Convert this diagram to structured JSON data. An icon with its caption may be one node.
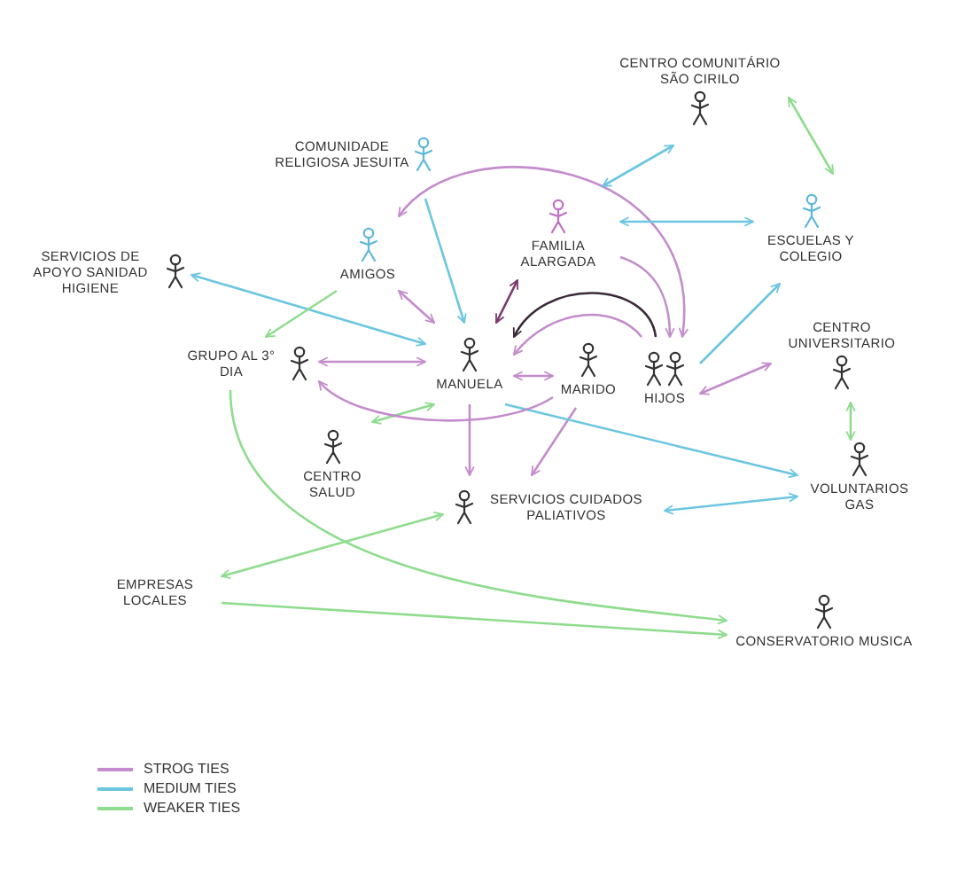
{
  "diagram": {
    "nodes": [
      {
        "text": [
          "COMUNIDADE RELIGIOSA JESUITA"
        ]
      },
      {
        "text": [
          "CENTRO COMUNITÁRIO SÃO CIRILO"
        ]
      },
      {
        "text": [
          "SERVICIOS DE APOYO SANIDAD HIGIENE"
        ]
      },
      {
        "text": [
          "AMIGOS"
        ]
      },
      {
        "text": [
          "FAMILIA ALARGADA"
        ]
      },
      {
        "text": [
          "ESCUELAS Y COLEGIO"
        ]
      },
      {
        "text": [
          "GRUPO AL 3° DIA"
        ]
      },
      {
        "text": [
          "MANUELA"
        ]
      },
      {
        "text": [
          "MARIDO"
        ]
      },
      {
        "text": [
          "HIJOS"
        ]
      },
      {
        "text": [
          "CENTRO UNIVERSITARIO"
        ]
      },
      {
        "text": [
          "CENTRO SALUD"
        ]
      },
      {
        "text": [
          "SERVICIOS CUIDADOS PALIATIVOS"
        ]
      },
      {
        "text": [
          "VOLUNTARIOS GAS"
        ]
      },
      {
        "text": [
          "EMPRESAS LOCALES"
        ]
      },
      {
        "text": [
          "CONSERVATORIO MUSICA"
        ]
      }
    ],
    "edges": [
      {
        "from": 0,
        "to": 7,
        "arrow": "to",
        "color": "#6cc6e0"
      },
      {
        "from": 9,
        "to": 3,
        "arrow": "both"
      },
      {
        "from": 3,
        "to": 7,
        "arrow": "both"
      },
      {
        "from": 2,
        "to": 7,
        "arrow": "both",
        "color": "#6cc6e0"
      },
      {
        "from": 6,
        "to": 7,
        "arrow": "both"
      },
      {
        "from": 3,
        "to": 6,
        "arrow": "to",
        "color": "#8fdc8f"
      },
      {
        "from": 4,
        "to": 7,
        "arrow": "both",
        "color": "#7a3a6e"
      },
      {
        "from": 4,
        "to": 1,
        "arrow": "both",
        "color": "#6cc6e0"
      },
      {
        "from": 4,
        "to": 5,
        "arrow": "both",
        "color": "#6cc6e0"
      },
      {
        "from": 1,
        "to": 5,
        "arrow": "both",
        "color": "#8fdc8f"
      },
      {
        "from": 4,
        "to": 9,
        "arrow": "to"
      },
      {
        "from": 9,
        "to": 7,
        "arrow": "to"
      },
      {
        "from": 9,
        "to": 7,
        "arrow": "to",
        "color": "#3a2a3a"
      },
      {
        "from": 7,
        "to": 8,
        "arrow": "both"
      },
      {
        "from": 9,
        "to": 5,
        "arrow": "to",
        "color": "#6cc6e0"
      },
      {
        "from": 9,
        "to": 10,
        "arrow": "both"
      },
      {
        "from": 10,
        "to": 13,
        "arrow": "both",
        "color": "#8fdc8f"
      },
      {
        "from": 7,
        "to": 12,
        "arrow": "to"
      },
      {
        "from": 8,
        "to": 12,
        "arrow": "to"
      },
      {
        "from": 7,
        "to": 13,
        "arrow": "to",
        "color": "#6cc6e0"
      },
      {
        "from": 13,
        "to": 12,
        "arrow": "both",
        "color": "#6cc6e0"
      },
      {
        "from": 7,
        "to": 11,
        "arrow": "both",
        "color": "#8fdc8f"
      },
      {
        "from": 6,
        "to": 15,
        "arrow": "to",
        "color": "#8fdc8f"
      },
      {
        "from": 14,
        "to": 15,
        "arrow": "to",
        "color": "#8fdc8f"
      },
      {
        "from": 14,
        "to": 12,
        "arrow": "both",
        "color": "#8fdc8f"
      },
      {
        "from": 8,
        "to": 6,
        "arrow": "to"
      }
    ],
    "legend": [
      {
        "text": "STROG TIES",
        "color": "#c48ccc"
      },
      {
        "text": "MEDIUM TIES",
        "color": "#6cc6e0"
      },
      {
        "text": "WEAKER TIES",
        "color": "#8fdc8f"
      }
    ]
  }
}
